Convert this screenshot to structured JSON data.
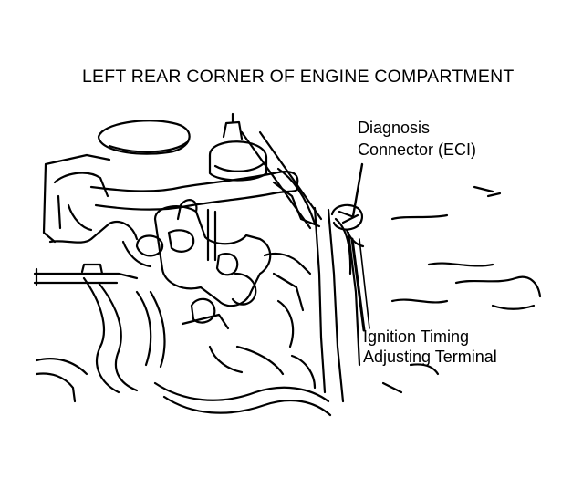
{
  "title": "LEFT REAR CORNER OF ENGINE COMPARTMENT",
  "callouts": {
    "diagnosis_connector": {
      "line1": "Diagnosis",
      "line2": "Connector (ECI)"
    },
    "ignition_timing": {
      "line1": "Ignition Timing",
      "line2": "Adjusting Terminal"
    }
  },
  "colors": {
    "ink": "#000000",
    "paper": "#ffffff"
  }
}
